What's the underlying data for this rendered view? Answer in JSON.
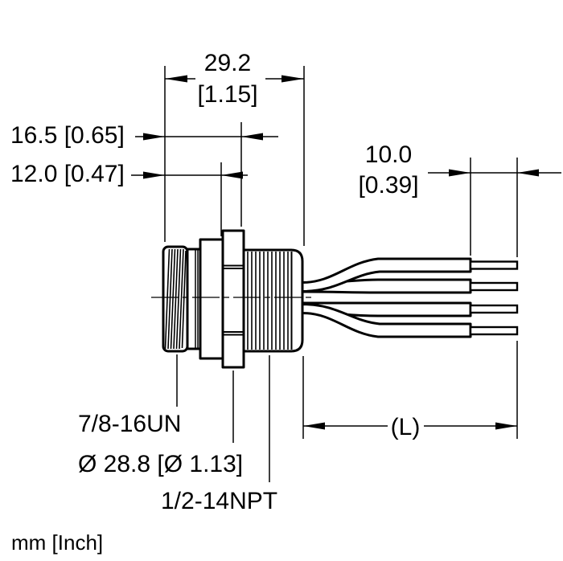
{
  "units_label": "mm [Inch]",
  "dimensions": {
    "overall_width_mm": "29.2",
    "overall_width_inch": "[1.15]",
    "body_width": "16.5 [0.65]",
    "thread_width": "12.0 [0.47]",
    "strip_length_mm": "10.0",
    "strip_length_inch": "[0.39]",
    "lead_length": "(L)"
  },
  "labels": {
    "front_thread": "7/8-16UN",
    "flange_diameter": "Ø 28.8 [Ø 1.13]",
    "rear_thread": "1/2-14NPT"
  },
  "colors": {
    "line": "#000000",
    "background": "#ffffff"
  }
}
